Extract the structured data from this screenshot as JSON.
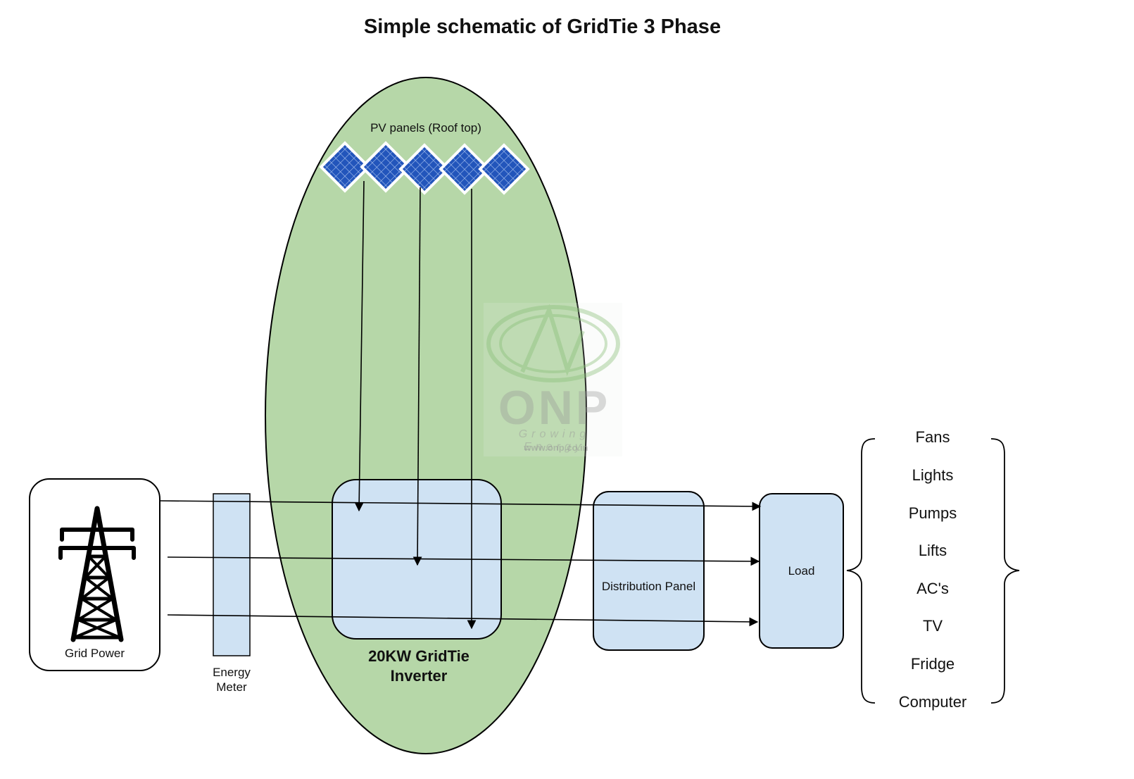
{
  "title": "Simple schematic of GridTie 3 Phase",
  "nodes": {
    "pv_panels": "PV panels (Roof top)",
    "grid_power": "Grid Power",
    "energy_meter": "Energy\nMeter",
    "inverter": "20KW GridTie\nInverter",
    "distribution_panel": "Distribution Panel",
    "load": "Load"
  },
  "load_items": [
    "Fans",
    "Lights",
    "Pumps",
    "Lifts",
    "AC's",
    "TV",
    "Fridge",
    "Computer"
  ],
  "watermark": {
    "brand": "ONP",
    "tagline": "Growing Energy",
    "url": "www.onp.co.in"
  },
  "colors": {
    "ellipse_fill": "#b6d7a8",
    "box_fill": "#cfe2f3",
    "solar_cell": "#2255bb",
    "stroke": "#000000"
  },
  "icons": {
    "grid": "transmission-tower-icon",
    "panels": "solar-panel-icon"
  }
}
